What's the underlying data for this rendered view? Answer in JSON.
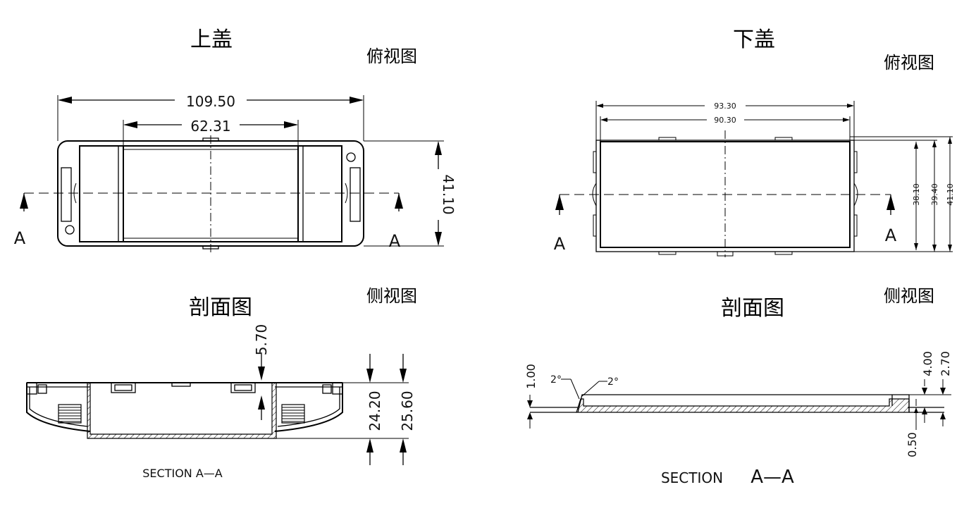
{
  "upper_cover": {
    "title": "上盖",
    "top_view_label": "俯视图",
    "section_title": "剖面图",
    "side_view_label": "侧视图",
    "section_marker": "A",
    "dims_top": {
      "overall_length": "109.50",
      "inner_length": "62.31",
      "overall_width": "41.10"
    },
    "dims_section": {
      "depth": "5.70",
      "height_a": "24.20",
      "height_b": "25.60"
    },
    "section_caption": "SECTION A—A"
  },
  "lower_cover": {
    "title": "下盖",
    "top_view_label": "俯视图",
    "section_title": "剖面图",
    "side_view_label": "侧视图",
    "section_marker": "A",
    "dims_top": {
      "length_a": "93.30",
      "length_b": "90.30",
      "width_a": "38.10",
      "width_b": "39.40",
      "width_c": "41.10"
    },
    "dims_section": {
      "step": "1.00",
      "angle_left": "2°",
      "angle_right": "2°",
      "height_a": "4.00",
      "height_b": "2.70",
      "thickness": "0.50"
    },
    "section_caption_word": "SECTION",
    "section_caption_id": "A—A"
  }
}
